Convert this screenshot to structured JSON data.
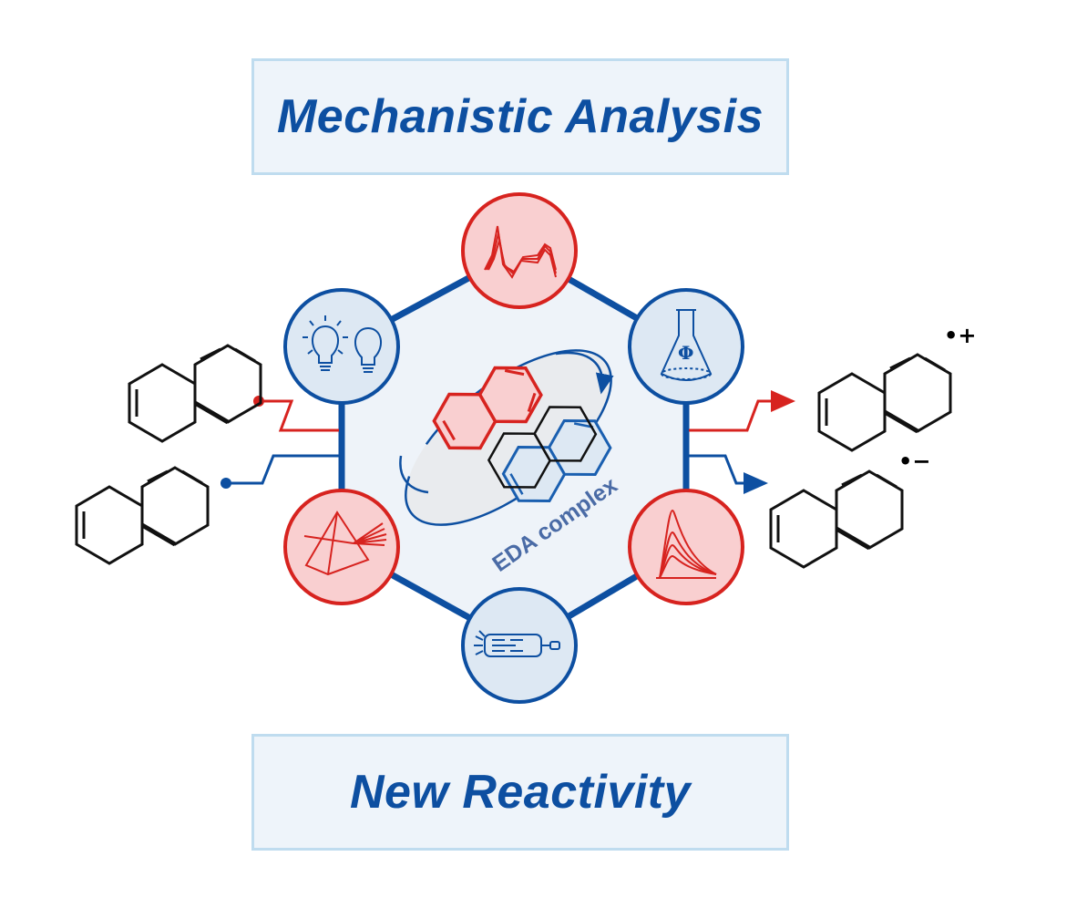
{
  "top_box": {
    "label": "Mechanistic Analysis"
  },
  "bottom_box": {
    "label": "New Reactivity"
  },
  "center": {
    "label": "EDA complex"
  },
  "products": {
    "cation_charge": "•+",
    "anion_charge": "•−"
  },
  "flask_symbol": "Φ",
  "colors": {
    "blue": "#0d4fa1",
    "red": "#d7231f",
    "red_fill": "#f9cfd0",
    "blue_fill": "#dde8f3",
    "hexagon_fill": "#eef3f9",
    "light_blue": "#bfdcef"
  },
  "nodes": [
    {
      "icon": "uv-vis-spectrum-icon",
      "color": "red"
    },
    {
      "icon": "quantum-yield-flask-icon",
      "color": "blue"
    },
    {
      "icon": "transient-decay-icon",
      "color": "red"
    },
    {
      "icon": "photomultiplier-detector-icon",
      "color": "blue"
    },
    {
      "icon": "prism-dispersion-icon",
      "color": "red"
    },
    {
      "icon": "light-bulbs-icon",
      "color": "blue"
    }
  ]
}
